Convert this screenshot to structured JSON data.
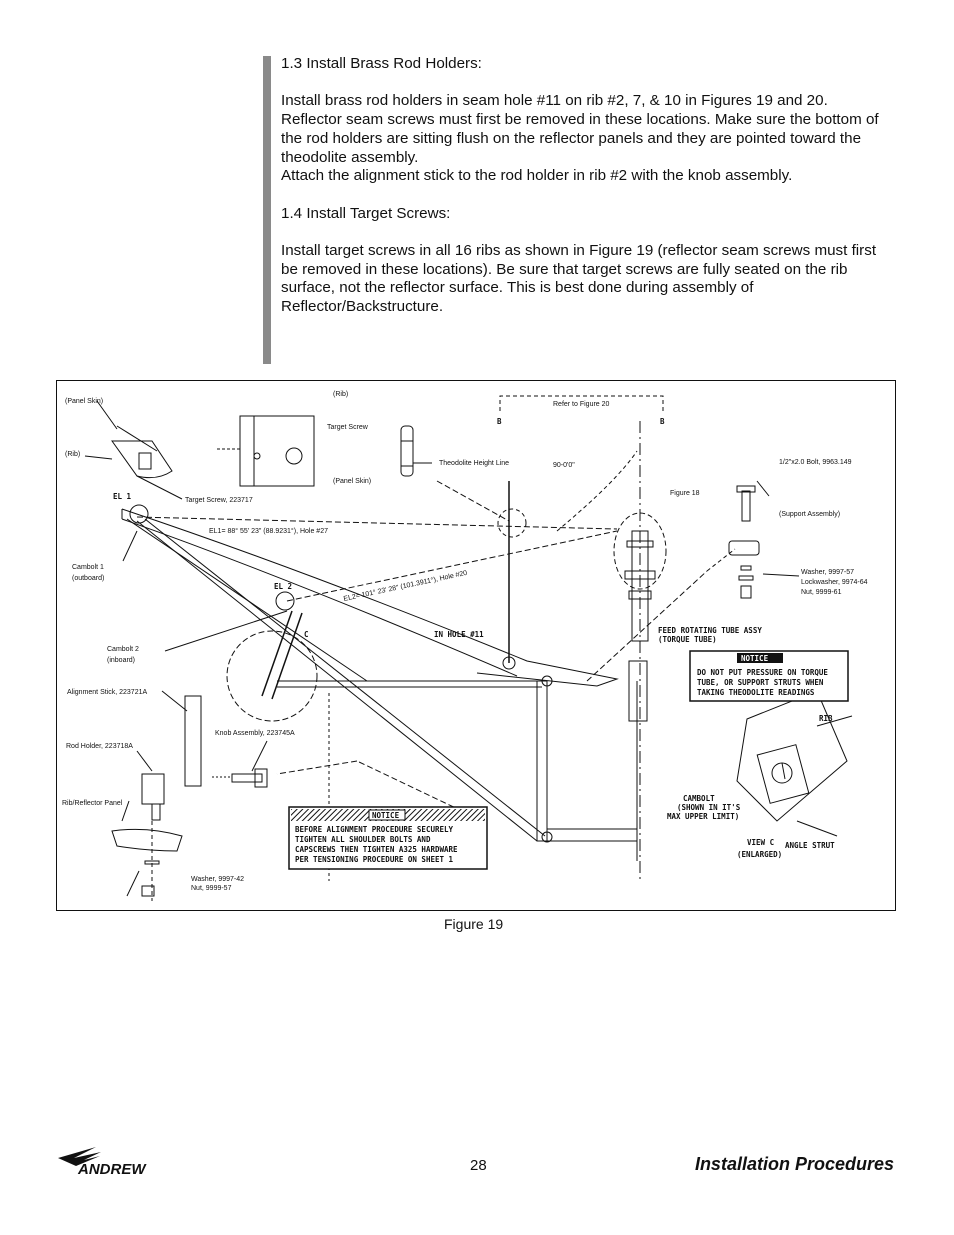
{
  "instructions": {
    "section_1_3_heading": "1.3 Install Brass Rod Holders:",
    "section_1_3_para1": "Install brass rod holders in seam hole #11 on rib  #2, 7, & 10 in Figures 19 and 20. Reflector seam screws must first be removed in these locations. Make sure the bottom of the rod holders are sitting flush on the reflector panels and they are pointed toward the theodolite assembly.",
    "section_1_3_para2": "Attach the alignment stick to the rod holder in rib #2 with the knob assembly.",
    "section_1_4_heading": "1.4 Install Target Screws:",
    "section_1_4_para1": "Install target screws in all 16 ribs as shown in Figure 19 (reflector seam screws must first be removed in these locations). Be sure that target screws are fully seated on the rib surface, not the reflector surface. This is best done during assembly of Reflector/Backstructure."
  },
  "figure": {
    "caption": "Figure 19",
    "labels": {
      "panel_skin_left": "(Panel Skin)",
      "rib_top": "(Rib)",
      "target_screw": "Target Screw",
      "rib_left": "(Rib)",
      "panel_skin_mid": "(Panel Skin)",
      "target_screw_part": "Target Screw, 223717",
      "theodolite_height_line": "Theodolite Height Line",
      "refer_figure_20": "Refer to Figure 20",
      "section_b_left": "B",
      "section_b_right": "B",
      "angle_90": "90-0'0\"",
      "figure_18": "Figure 18",
      "bolt": "1/2\"x2.0 Bolt, 9963.149",
      "support_assembly": "(Support Assembly)",
      "el1_marker": "EL 1",
      "el1_value": "EL1= 88° 55' 23\" (88.9231°), Hole #27",
      "cambolt_1": "Cambolt 1",
      "outboard": "(outboard)",
      "el2_marker": "EL 2",
      "el2_value": "EL2= 101° 23' 28\" (101.3911°), Hole #20",
      "washer_right": "Washer, 9997-57",
      "lockwasher_right": "Lockwasher, 9974-64",
      "nut_right": "Nut, 9999-61",
      "in_hole_11": "IN HOLE #11",
      "feed_tube_1": "FEED ROTATING TUBE ASSY",
      "feed_tube_2": "(TORQUE TUBE)",
      "cambolt_2": "Cambolt 2",
      "inboard": "(inboard)",
      "notice_title": "NOTICE",
      "notice_right_1": "DO NOT PUT PRESSURE ON TORQUE",
      "notice_right_2": "TUBE, OR SUPPORT STRUTS WHEN",
      "notice_right_3": "TAKING THEODOLITE READINGS",
      "alignment_stick": "Alignment Stick, 223721A",
      "knob_assembly": "Knob Assembly, 223745A",
      "rib_right": "RIB",
      "rod_holder": "Rod Holder, 223718A",
      "view_c_marker": "C",
      "rib_reflector_panel": "Rib/Reflector Panel",
      "cambolt_note_1": "CAMBOLT",
      "cambolt_note_2": "(SHOWN IN IT'S",
      "cambolt_note_3": "MAX UPPER LIMIT)",
      "notice_bottom_1": "BEFORE ALIGNMENT PROCEDURE SECURELY",
      "notice_bottom_2": "TIGHTEN ALL SHOULDER BOLTS AND",
      "notice_bottom_3": "CAPSCREWS THEN TIGHTEN A325 HARDWARE",
      "notice_bottom_4": "PER TENSIONING PROCEDURE ON SHEET 1",
      "view_c": "VIEW C",
      "enlarged": "(ENLARGED)",
      "angle_strut": "ANGLE STRUT",
      "washer_bottom": "Washer, 9997-42",
      "nut_bottom": "Nut, 9999-57"
    }
  },
  "footer": {
    "logo_text": "ANDREW",
    "page_number": "28",
    "section_title": "Installation Procedures"
  }
}
